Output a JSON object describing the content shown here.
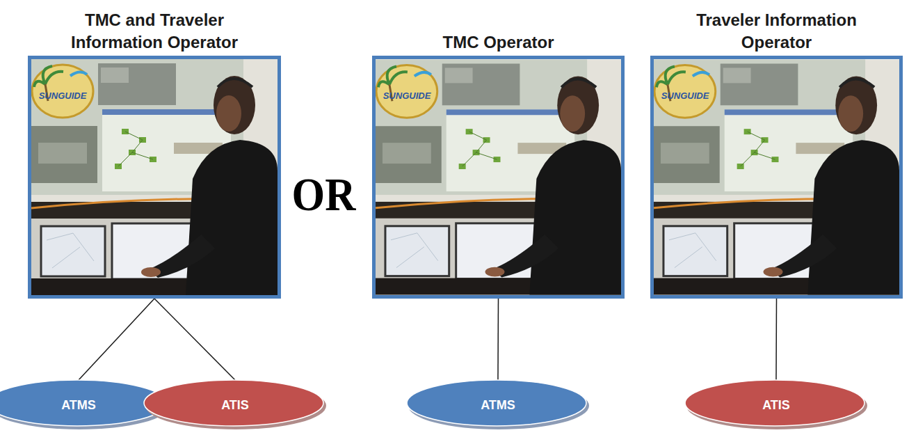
{
  "diagram": {
    "nodes": [
      {
        "text": [
          "TMC and Traveler Information Operator"
        ]
      },
      {
        "text": [
          "ATMS"
        ]
      },
      {
        "text": [
          "ATIS"
        ]
      },
      {
        "text": [
          "TMC Operator"
        ]
      },
      {
        "text": [
          "ATMS"
        ]
      },
      {
        "text": [
          "Traveler Information Operator"
        ]
      },
      {
        "text": [
          "ATIS"
        ]
      }
    ],
    "edges": [
      {
        "from": 0,
        "to": 1,
        "arrow": "none"
      },
      {
        "from": 0,
        "to": 2,
        "arrow": "none"
      },
      {
        "from": 3,
        "to": 4,
        "arrow": "none"
      },
      {
        "from": 5,
        "to": 6,
        "arrow": "none"
      }
    ],
    "labels": [
      "OR",
      "SUNGUIDE",
      "SUNGUIDE",
      "SUNGUIDE"
    ]
  }
}
